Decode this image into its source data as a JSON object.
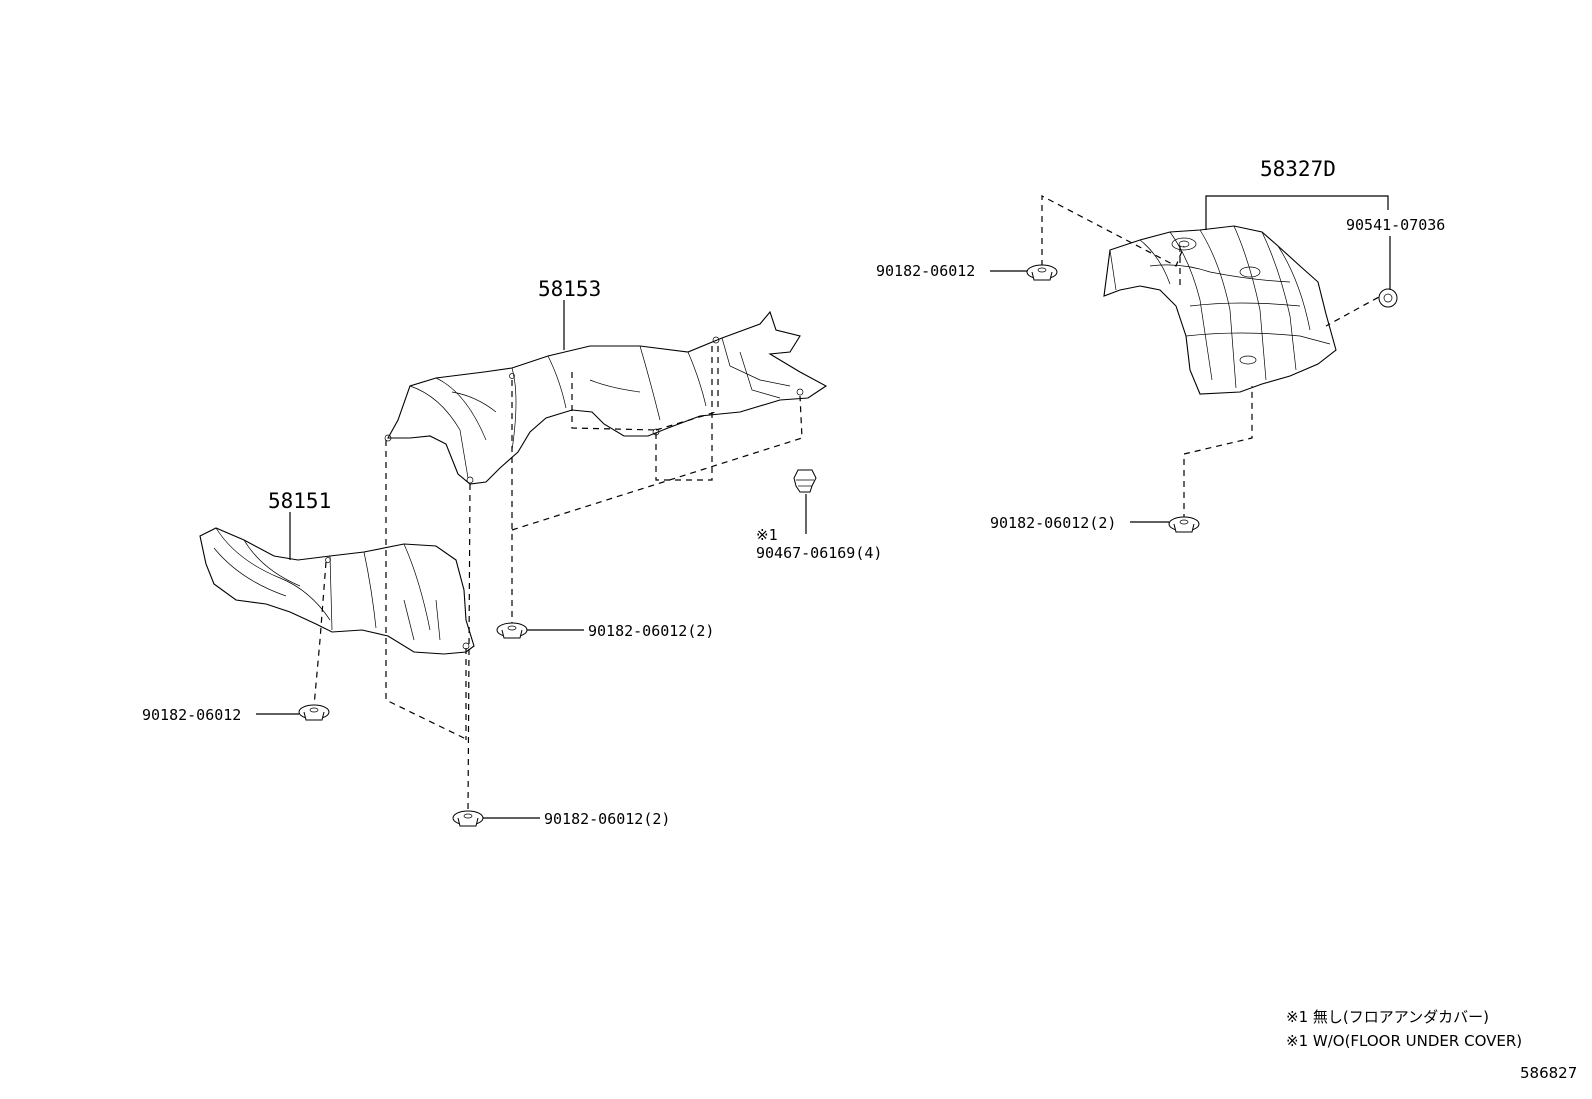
{
  "labels": {
    "p58153": "58153",
    "p58151": "58151",
    "p58327d": "58327D",
    "p90541": "90541-07036",
    "clip_tr": "90182-06012",
    "clip_r2": "90182-06012(2)",
    "grommet_note": "※1",
    "grommet": "90467-06169(4)",
    "clip_mid2": "90182-06012(2)",
    "clip_left": "90182-06012",
    "clip_bottom2": "90182-06012(2)"
  },
  "notes": {
    "line1": "※1 無し(フロアアンダカバー)",
    "line2": "※1 W/O(FLOOR UNDER COVER)"
  },
  "diagram_id": "586827"
}
